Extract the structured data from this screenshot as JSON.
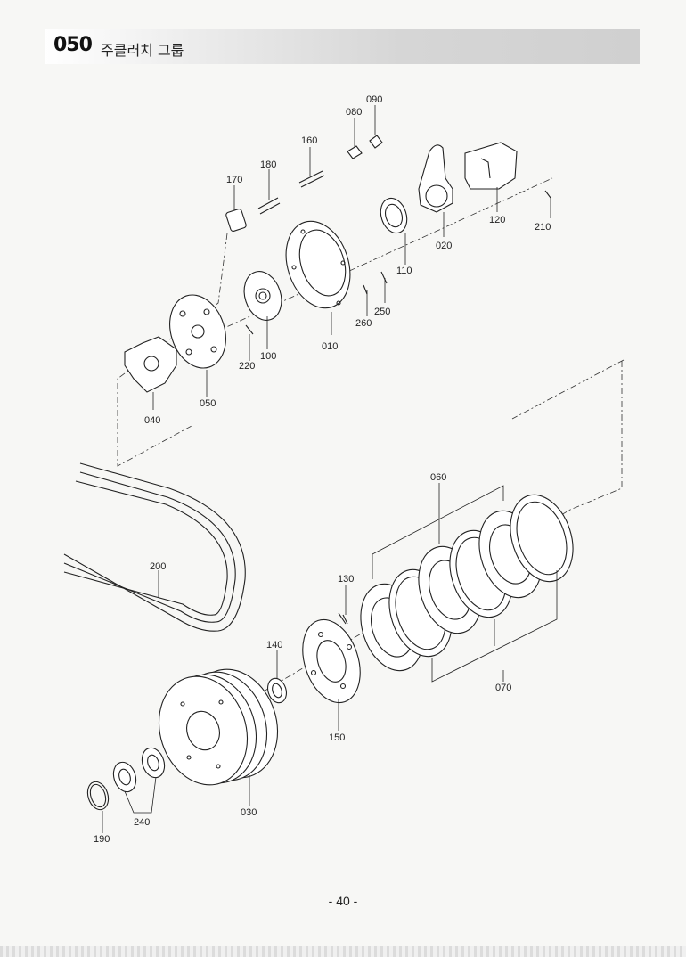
{
  "header": {
    "code": "050",
    "title": "주클러치 그룹"
  },
  "page_number": "- 40 -",
  "parts": [
    {
      "id": "010",
      "label": "010"
    },
    {
      "id": "020",
      "label": "020"
    },
    {
      "id": "030",
      "label": "030"
    },
    {
      "id": "040",
      "label": "040"
    },
    {
      "id": "050",
      "label": "050"
    },
    {
      "id": "060",
      "label": "060"
    },
    {
      "id": "070",
      "label": "070"
    },
    {
      "id": "080",
      "label": "080"
    },
    {
      "id": "090",
      "label": "090"
    },
    {
      "id": "100",
      "label": "100"
    },
    {
      "id": "110",
      "label": "110"
    },
    {
      "id": "120",
      "label": "120"
    },
    {
      "id": "130",
      "label": "130"
    },
    {
      "id": "140",
      "label": "140"
    },
    {
      "id": "150",
      "label": "150"
    },
    {
      "id": "160",
      "label": "160"
    },
    {
      "id": "170",
      "label": "170"
    },
    {
      "id": "180",
      "label": "180"
    },
    {
      "id": "190",
      "label": "190"
    },
    {
      "id": "200",
      "label": "200"
    },
    {
      "id": "210",
      "label": "210"
    },
    {
      "id": "220",
      "label": "220"
    },
    {
      "id": "240",
      "label": "240"
    },
    {
      "id": "250",
      "label": "250"
    },
    {
      "id": "260",
      "label": "260"
    }
  ]
}
